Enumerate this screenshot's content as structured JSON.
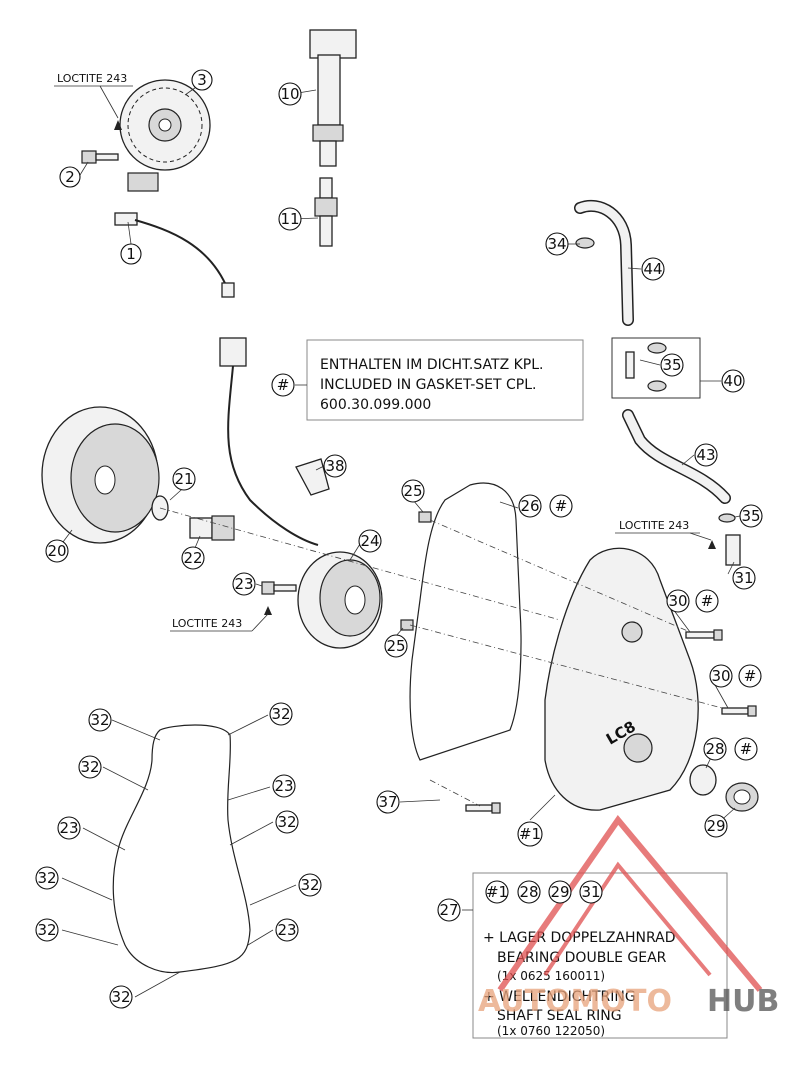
{
  "loctite_label": "LOCTITE 243",
  "part_numbers": {
    "p1": "1",
    "p2": "2",
    "p3": "3",
    "p10": "10",
    "p11": "11",
    "p20": "20",
    "p21": "21",
    "p22": "22",
    "p23": "23",
    "p24": "24",
    "p25": "25",
    "p26": "26",
    "p27": "27",
    "p28": "28",
    "p29": "29",
    "p30": "30",
    "p31": "31",
    "p32": "32",
    "p34": "34",
    "p35": "35",
    "p37": "37",
    "p38": "38",
    "p40": "40",
    "p43": "43",
    "p44": "44",
    "hash": "#",
    "hash1": "#1"
  },
  "gasket_note": {
    "line1": "ENTHALTEN IM DICHT.SATZ KPL.",
    "line2": "INCLUDED IN GASKET-SET CPL.",
    "line3": "600.30.099.000"
  },
  "kit_note": {
    "refs": [
      "#1",
      "28",
      "29",
      "31"
    ],
    "line1": "+ LAGER DOPPELZAHNRAD",
    "line2": "BEARING DOUBLE GEAR",
    "line3": "(1x 0625 160011)",
    "line4": "+ WELLENDICHTRING",
    "line5": "SHAFT SEAL RING",
    "line6": "(1x 0760 122050)"
  },
  "cover_logo": "LC8",
  "watermark": {
    "text_a": "AUTOMOTO",
    "text_b": "HUB",
    "color_a": "#e8a27a",
    "color_b": "#555555",
    "accent": "#e05050"
  }
}
